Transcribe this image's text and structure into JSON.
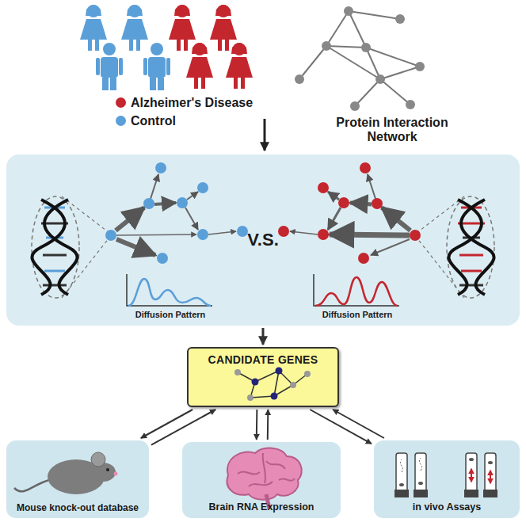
{
  "diagram": {
    "nodes": [
      {
        "text": [
          "V.S."
        ]
      },
      {
        "text": [
          "CANDIDATE GENES"
        ]
      },
      {
        "text": [
          "Mouse knock-out database"
        ]
      },
      {
        "text": [
          "Brain RNA Expression"
        ]
      },
      {
        "text": [
          "in vivo Assays"
        ]
      }
    ],
    "edges": [
      {
        "from": 0,
        "to": 1,
        "arrow": "to"
      },
      {
        "from": 1,
        "to": 2,
        "arrow": "to"
      },
      {
        "from": 2,
        "to": 1,
        "arrow": "to"
      },
      {
        "from": 1,
        "to": 3,
        "arrow": "to"
      },
      {
        "from": 3,
        "to": 1,
        "arrow": "to"
      },
      {
        "from": 1,
        "to": 4,
        "arrow": "to"
      },
      {
        "from": 4,
        "to": 1,
        "arrow": "to"
      }
    ],
    "labels": [
      "Protein Interaction Network",
      "Diffusion Pattern",
      "Diffusion Pattern"
    ],
    "legend": [
      {
        "text": "Alzheimer's Disease",
        "color": "#c4262e"
      },
      {
        "text": "Control",
        "color": "#5b9fd8"
      }
    ]
  }
}
